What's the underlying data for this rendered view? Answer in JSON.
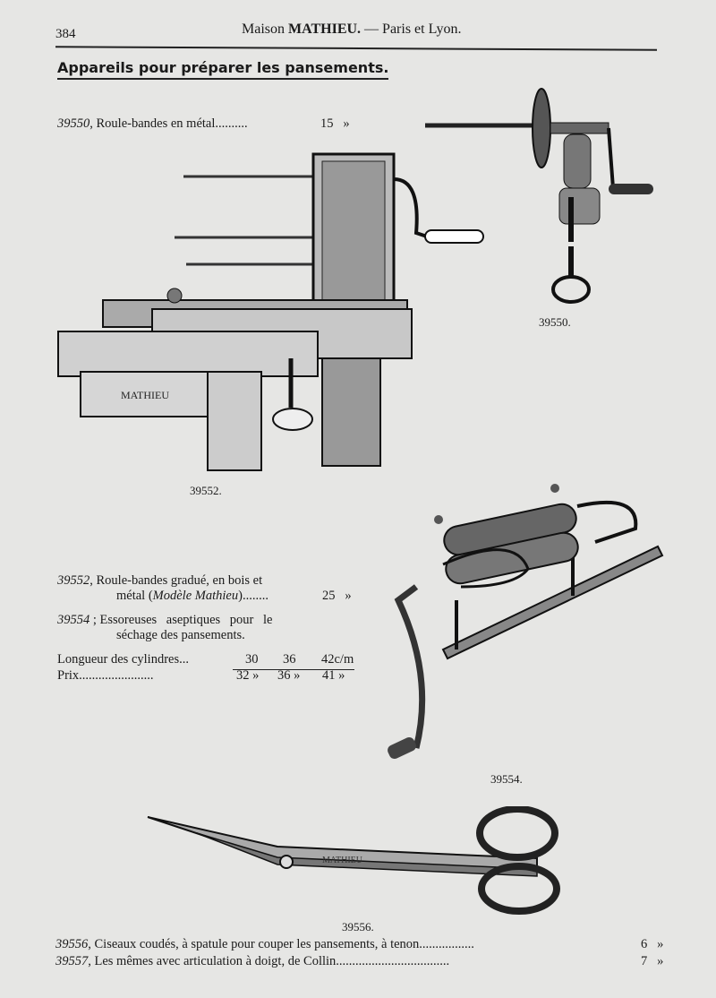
{
  "header": {
    "page_number": "384",
    "running_head_prefix": "Maison",
    "running_head_brand": "MATHIEU.",
    "running_head_suffix": "— Paris et Lyon."
  },
  "section_title": "Appareils pour préparer les pansements.",
  "items": [
    {
      "number": "39550",
      "sep": ",",
      "text": "Roule-bandes en métal..........",
      "price": "15",
      "currency": "»"
    },
    {
      "number": "39552",
      "sep": ",",
      "text": "Roule-bandes gradué, en bois et",
      "text2_pre": "métal (",
      "text2_italic": "Modèle Mathieu",
      "text2_post": ")........",
      "price": "25",
      "currency": "»"
    },
    {
      "number": "39554",
      "sep": " ;",
      "text": "Essoreuses aseptiques pour le",
      "text2": "séchage des pansements."
    },
    {
      "number": "39556",
      "sep": ",",
      "text": "Ciseaux coudés, à spatule pour couper les pansements, à tenon.................",
      "price": "6",
      "currency": "»"
    },
    {
      "number": "39557",
      "sep": ",",
      "text": "Les mêmes avec articulation à doigt, de Collin...................................",
      "price": "7",
      "currency": "»"
    }
  ],
  "size_table": {
    "row1_label": "Longueur des cylindres...",
    "row1_values": [
      "30",
      "36",
      "42c/m"
    ],
    "row2_label": "Prix.......................",
    "row2_values": [
      "32 »",
      "36 »",
      "41 »"
    ]
  },
  "figures": {
    "fig_39550": "39550.",
    "fig_39552": "39552.",
    "fig_39554": "39554.",
    "fig_39556": "39556.",
    "bench_engraving": "MATHIEU",
    "scissors_engraving": "MATHIEU"
  }
}
